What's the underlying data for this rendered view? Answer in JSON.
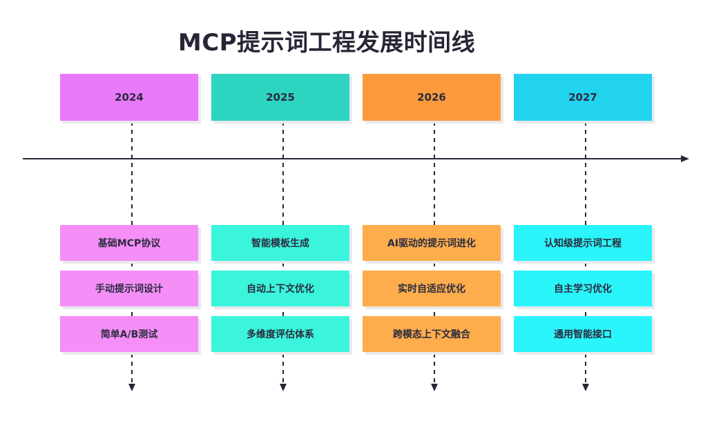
{
  "title": "MCP提示词工程发展时间线",
  "timeline": [
    {
      "year": "2024",
      "header_color": "#e879f9",
      "item_color": "#f58ff7",
      "items": [
        "基础MCP协议",
        "手动提示词设计",
        "简单A/B测试"
      ]
    },
    {
      "year": "2025",
      "header_color": "#2dd4bf",
      "item_color": "#3af5dc",
      "items": [
        "智能模板生成",
        "自动上下文优化",
        "多维度评估体系"
      ]
    },
    {
      "year": "2026",
      "header_color": "#fb9a3c",
      "item_color": "#fdad4c",
      "items": [
        "AI驱动的提示词进化",
        "实时自适应优化",
        "跨模态上下文融合"
      ]
    },
    {
      "year": "2027",
      "header_color": "#22d3ee",
      "item_color": "#2af5fa",
      "items": [
        "认知级提示词工程",
        "自主学习优化",
        "通用智能接口"
      ]
    }
  ],
  "colors": {
    "axis": "#262636",
    "connector": "#262636"
  }
}
